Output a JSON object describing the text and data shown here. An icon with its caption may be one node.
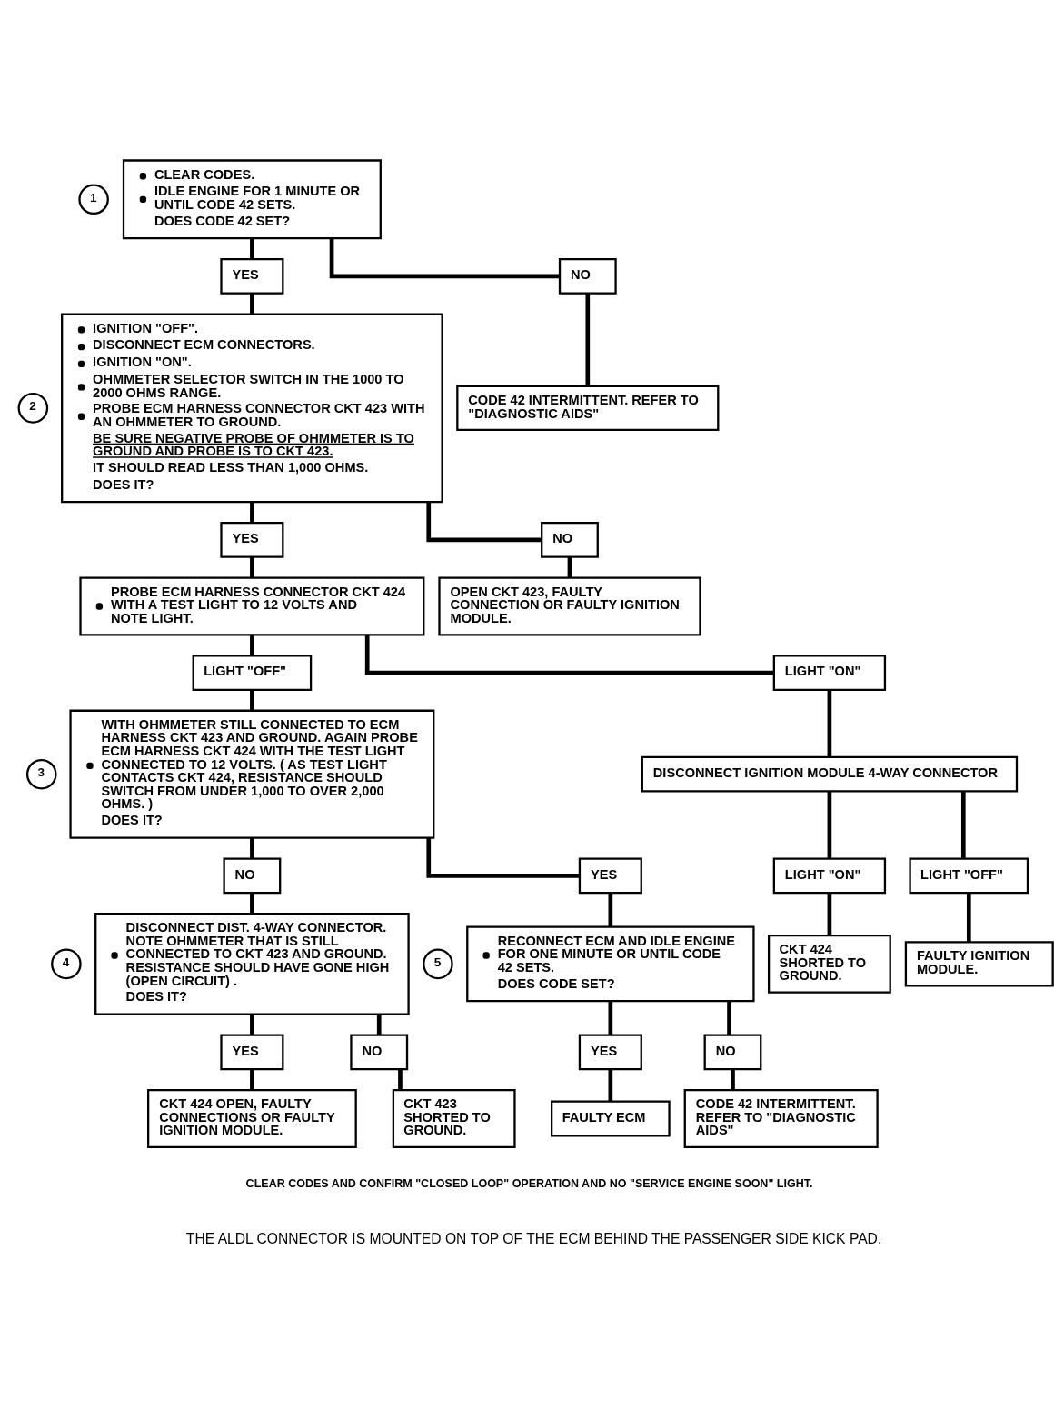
{
  "diagram": {
    "nodes": [
      {
        "text": [
          "1"
        ]
      },
      {
        "text": [
          "CLEAR CODES.",
          "IDLE ENGINE FOR 1 MINUTE OR UNTIL CODE 42 SETS.",
          "DOES CODE 42 SET?"
        ]
      },
      {
        "text": [
          "YES"
        ]
      },
      {
        "text": [
          "NO"
        ]
      },
      {
        "text": [
          "2"
        ]
      },
      {
        "text": [
          "IGNITION \"OFF\".",
          "DISCONNECT ECM CONNECTORS.",
          "IGNITION \"ON\".",
          "OHMMETER SELECTOR SWITCH IN THE 1000 TO 2000 OHMS RANGE.",
          "PROBE ECM HARNESS CONNECTOR CKT 423 WITH AN OHMMETER TO GROUND.",
          "BE SURE NEGATIVE PROBE OF OHMMETER IS TO GROUND AND PROBE IS TO CKT 423.",
          "IT SHOULD READ LESS THAN 1,000 OHMS.",
          "DOES IT?"
        ]
      },
      {
        "text": [
          "CODE 42 INTERMITTENT. REFER TO \"DIAGNOSTIC AIDS\""
        ]
      },
      {
        "text": [
          "YES"
        ]
      },
      {
        "text": [
          "NO"
        ]
      },
      {
        "text": [
          "PROBE ECM HARNESS CONNECTOR CKT 424 WITH A TEST LIGHT TO 12 VOLTS AND NOTE LIGHT."
        ]
      },
      {
        "text": [
          "OPEN CKT 423, FAULTY CONNECTION OR FAULTY IGNITION MODULE."
        ]
      },
      {
        "text": [
          "LIGHT \"OFF\""
        ]
      },
      {
        "text": [
          "LIGHT \"ON\""
        ]
      },
      {
        "text": [
          "3"
        ]
      },
      {
        "text": [
          "WITH OHMMETER STILL CONNECTED TO ECM HARNESS CKT 423 AND GROUND. AGAIN PROBE ECM HARNESS CKT 424 WITH THE TEST LIGHT CONNECTED TO 12 VOLTS. ( AS TEST LIGHT CONTACTS CKT 424, RESISTANCE SHOULD SWITCH FROM UNDER 1,000 TO OVER 2,000 OHMS. )",
          "DOES IT?"
        ]
      },
      {
        "text": [
          "DISCONNECT IGNITION MODULE 4-WAY CONNECTOR"
        ]
      },
      {
        "text": [
          "LIGHT \"ON\""
        ]
      },
      {
        "text": [
          "LIGHT \"OFF\""
        ]
      },
      {
        "text": [
          "CKT 424 SHORTED TO GROUND."
        ]
      },
      {
        "text": [
          "FAULTY IGNITION MODULE."
        ]
      },
      {
        "text": [
          "NO"
        ]
      },
      {
        "text": [
          "YES"
        ]
      },
      {
        "text": [
          "4"
        ]
      },
      {
        "text": [
          "DISCONNECT DIST. 4-WAY CONNECTOR. NOTE OHMMETER THAT IS STILL CONNECTED TO CKT 423 AND GROUND. RESISTANCE SHOULD HAVE GONE HIGH (OPEN CIRCUIT) .",
          "DOES IT?"
        ]
      },
      {
        "text": [
          "5"
        ]
      },
      {
        "text": [
          "RECONNECT ECM AND IDLE ENGINE FOR ONE MINUTE OR UNTIL CODE 42 SETS.",
          "DOES CODE SET?"
        ]
      },
      {
        "text": [
          "YES"
        ]
      },
      {
        "text": [
          "NO"
        ]
      },
      {
        "text": [
          "YES"
        ]
      },
      {
        "text": [
          "NO"
        ]
      },
      {
        "text": [
          "CKT 424 OPEN, FAULTY CONNECTIONS OR FAULTY IGNITION MODULE."
        ]
      },
      {
        "text": [
          "CKT 423 SHORTED TO GROUND."
        ]
      },
      {
        "text": [
          "FAULTY ECM"
        ]
      },
      {
        "text": [
          "CODE 42 INTERMITTENT. REFER TO \"DIAGNOSTIC AIDS\""
        ]
      }
    ],
    "edges": [
      {
        "from": 1,
        "to": 2,
        "arrow": "none"
      },
      {
        "from": 1,
        "to": 3,
        "arrow": "none"
      },
      {
        "from": 2,
        "to": 5,
        "arrow": "none"
      },
      {
        "from": 3,
        "to": 6,
        "arrow": "none"
      },
      {
        "from": 5,
        "to": 7,
        "arrow": "none"
      },
      {
        "from": 5,
        "to": 8,
        "arrow": "none"
      },
      {
        "from": 7,
        "to": 9,
        "arrow": "none"
      },
      {
        "from": 8,
        "to": 10,
        "arrow": "none"
      },
      {
        "from": 9,
        "to": 11,
        "arrow": "none"
      },
      {
        "from": 9,
        "to": 12,
        "arrow": "none"
      },
      {
        "from": 11,
        "to": 14,
        "arrow": "none"
      },
      {
        "from": 12,
        "to": 15,
        "arrow": "none"
      },
      {
        "from": 15,
        "to": 16,
        "arrow": "none"
      },
      {
        "from": 15,
        "to": 17,
        "arrow": "none"
      },
      {
        "from": 16,
        "to": 18,
        "arrow": "none"
      },
      {
        "from": 17,
        "to": 19,
        "arrow": "none"
      },
      {
        "from": 14,
        "to": 20,
        "arrow": "none"
      },
      {
        "from": 14,
        "to": 21,
        "arrow": "none"
      },
      {
        "from": 20,
        "to": 23,
        "arrow": "none"
      },
      {
        "from": 21,
        "to": 25,
        "arrow": "none"
      },
      {
        "from": 23,
        "to": 26,
        "arrow": "none"
      },
      {
        "from": 23,
        "to": 27,
        "arrow": "none"
      },
      {
        "from": 25,
        "to": 28,
        "arrow": "none"
      },
      {
        "from": 25,
        "to": 29,
        "arrow": "none"
      },
      {
        "from": 26,
        "to": 30,
        "arrow": "none"
      },
      {
        "from": 27,
        "to": 31,
        "arrow": "none"
      },
      {
        "from": 28,
        "to": 32,
        "arrow": "none"
      },
      {
        "from": 29,
        "to": 33,
        "arrow": "none"
      }
    ],
    "labels": [
      "CLEAR CODES AND CONFIRM \"CLOSED LOOP\" OPERATION AND NO \"SERVICE ENGINE SOON\" LIGHT.",
      "THE ALDL CONNECTOR IS MOUNTED ON TOP OF THE ECM BEHIND THE PASSENGER SIDE KICK PAD."
    ]
  }
}
